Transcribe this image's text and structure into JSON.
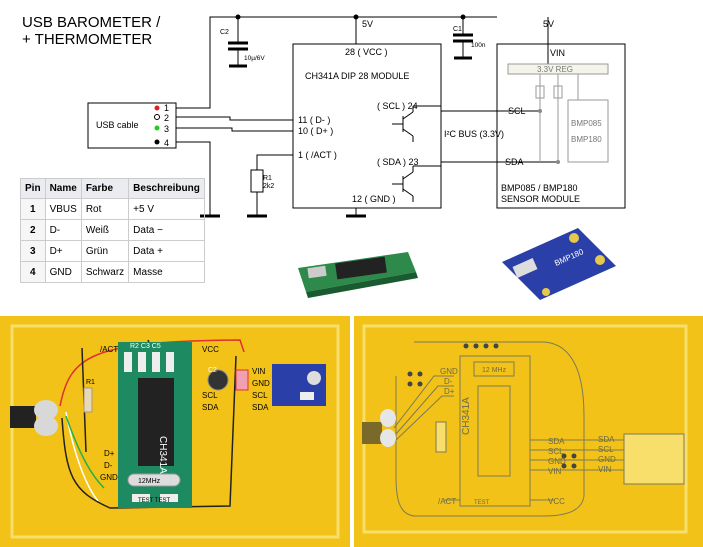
{
  "title": "USB BAROMETER /\n+ THERMOMETER",
  "schematic": {
    "usb_label": "USB cable",
    "usb_pins": [
      "1",
      "2",
      "3",
      "4"
    ],
    "c2": {
      "name": "C2",
      "value": "10µ/6V"
    },
    "c1": {
      "name": "C1",
      "value": "100n"
    },
    "supply_left": "5V",
    "supply_right": "5V",
    "ch341": {
      "vcc": "28 ( VCC )",
      "name": "CH341A DIP 28 MODULE",
      "d_minus": "11 ( D- )",
      "d_plus": "10 ( D+ )",
      "act": "1 ( /ACT )",
      "scl": "( SCL ) 24",
      "sda": "( SDA ) 23",
      "gnd": "12 ( GND )"
    },
    "r1": {
      "name": "R1",
      "value": "2k2"
    },
    "bus": "I²C BUS (3.3V)",
    "sensor": {
      "vin": "VIN",
      "reg": "3.3V REG",
      "scl": "SCL",
      "sda": "SDA",
      "chip1": "BMP085",
      "chip2": "BMP180",
      "name1": "BMP085 / BMP180",
      "name2": "SENSOR MODULE"
    }
  },
  "pin_table": {
    "headers": [
      "Pin",
      "Name",
      "Farbe",
      "Beschreibung"
    ],
    "rows": [
      [
        "1",
        "VBUS",
        "Rot",
        "+5 V"
      ],
      [
        "2",
        "D-",
        "Weiß",
        "Data −"
      ],
      [
        "3",
        "D+",
        "Grün",
        "Data +"
      ],
      [
        "4",
        "GND",
        "Schwarz",
        "Masse"
      ]
    ]
  },
  "board_left": {
    "labels": {
      "act": "/ACT",
      "vcc": "VCC",
      "vin": "VIN",
      "gnd": "GND",
      "scl": "SCL",
      "sda": "SDA",
      "dplus": "D+",
      "dminus": "D-",
      "gnd2": "GND",
      "r1": "R1",
      "c2": "C2"
    },
    "module_top": "R2 C3 C5",
    "chip": "CH341A",
    "crystal": "12MHz",
    "bottom": "TEST  TEST"
  },
  "board_right": {
    "labels": {
      "gnd": "GND",
      "dminus": "D-",
      "dplus": "D+",
      "sda": "SDA",
      "scl": "SCL",
      "gnd2": "GND",
      "vin": "VIN",
      "act": "/ACT",
      "test": "TEST",
      "vcc": "VCC",
      "sda_r": "SDA",
      "scl_r": "SCL",
      "gnd_r": "GND",
      "vin_r": "VIN"
    },
    "chip": "CH341A",
    "crystal": "12 MHz"
  },
  "colors": {
    "board": "#f2c218",
    "board_inner": "#f8de6a",
    "module_green": "#1e8a62",
    "sensor_blue": "#2b3fa8",
    "wire_red": "#e03030"
  }
}
